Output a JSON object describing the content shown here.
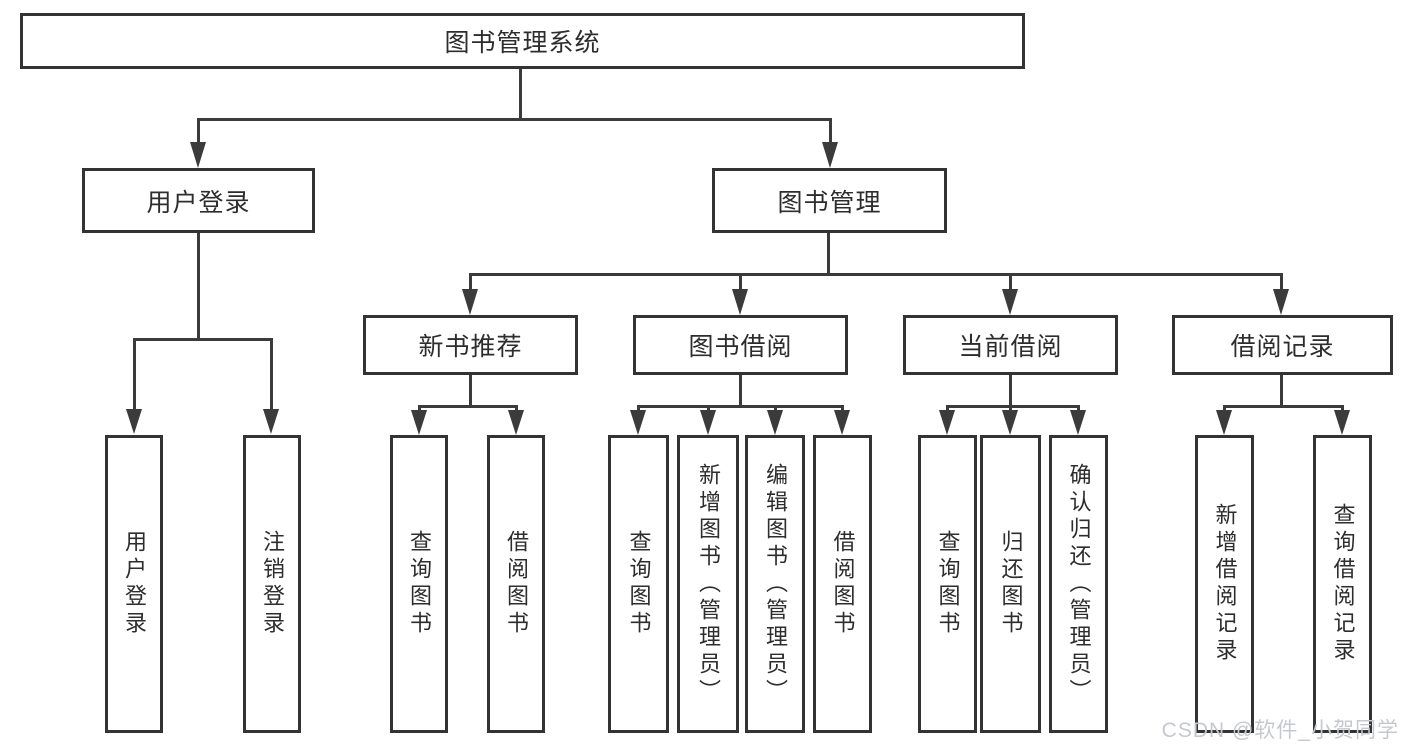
{
  "diagram": {
    "root": {
      "label": "图书管理系统"
    },
    "level2": [
      {
        "label": "用户登录"
      },
      {
        "label": "图书管理"
      }
    ],
    "level3": [
      {
        "label": "新书推荐",
        "parent": "图书管理"
      },
      {
        "label": "图书借阅",
        "parent": "图书管理"
      },
      {
        "label": "当前借阅",
        "parent": "图书管理"
      },
      {
        "label": "借阅记录",
        "parent": "图书管理"
      }
    ],
    "leaves": [
      {
        "label": "用户登录",
        "parent": "用户登录"
      },
      {
        "label": "注销登录",
        "parent": "用户登录"
      },
      {
        "label": "查询图书",
        "parent": "新书推荐"
      },
      {
        "label": "借阅图书",
        "parent": "新书推荐"
      },
      {
        "label": "查询图书",
        "parent": "图书借阅"
      },
      {
        "label": "新增图书（管理员）",
        "parent": "图书借阅"
      },
      {
        "label": "编辑图书（管理员）",
        "parent": "图书借阅"
      },
      {
        "label": "借阅图书",
        "parent": "图书借阅"
      },
      {
        "label": "查询图书",
        "parent": "当前借阅"
      },
      {
        "label": "归还图书",
        "parent": "当前借阅"
      },
      {
        "label": "确认归还（管理员）",
        "parent": "当前借阅"
      },
      {
        "label": "新增借阅记录",
        "parent": "借阅记录"
      },
      {
        "label": "查询借阅记录",
        "parent": "借阅记录"
      }
    ]
  },
  "watermark": {
    "text": "CSDN @软件_小贺同学"
  },
  "colors": {
    "line": "#3b3b3b",
    "border": "#333333",
    "text": "#2d2d2d",
    "watermark": "#c5c8cd",
    "background": "#ffffff"
  }
}
